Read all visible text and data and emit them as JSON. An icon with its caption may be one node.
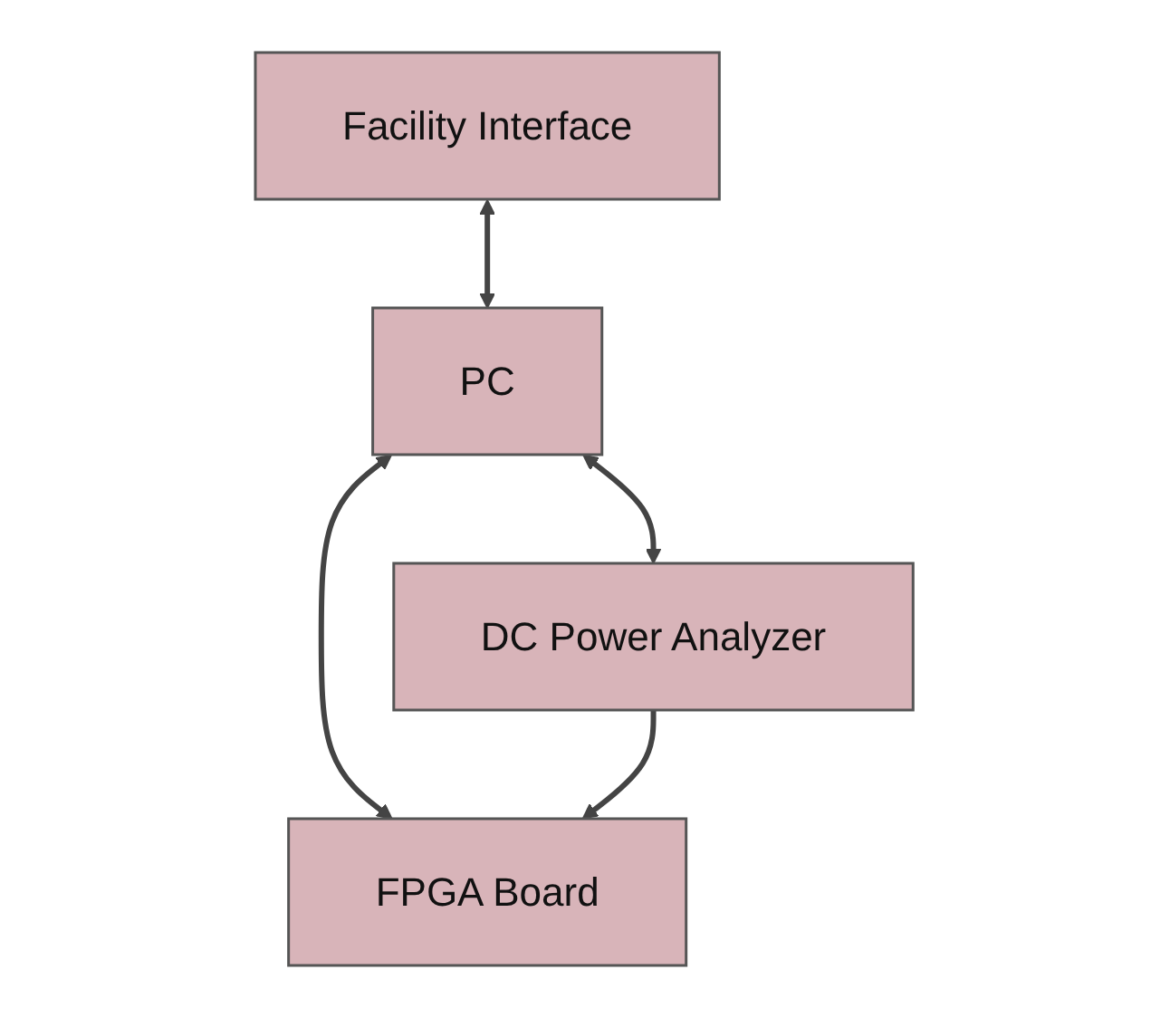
{
  "diagram": {
    "nodes": [
      {
        "text": [
          "Facility Interface"
        ]
      },
      {
        "text": [
          "PC"
        ]
      },
      {
        "text": [
          "FPGA Board"
        ]
      },
      {
        "text": [
          "DC Power Analyzer"
        ]
      }
    ],
    "edges": [
      {
        "from": 0,
        "to": 1,
        "arrow": "both"
      },
      {
        "from": 1,
        "to": 2,
        "arrow": "both"
      },
      {
        "from": 1,
        "to": 3,
        "arrow": "both"
      },
      {
        "from": 3,
        "to": 2,
        "arrow": "to"
      }
    ]
  }
}
